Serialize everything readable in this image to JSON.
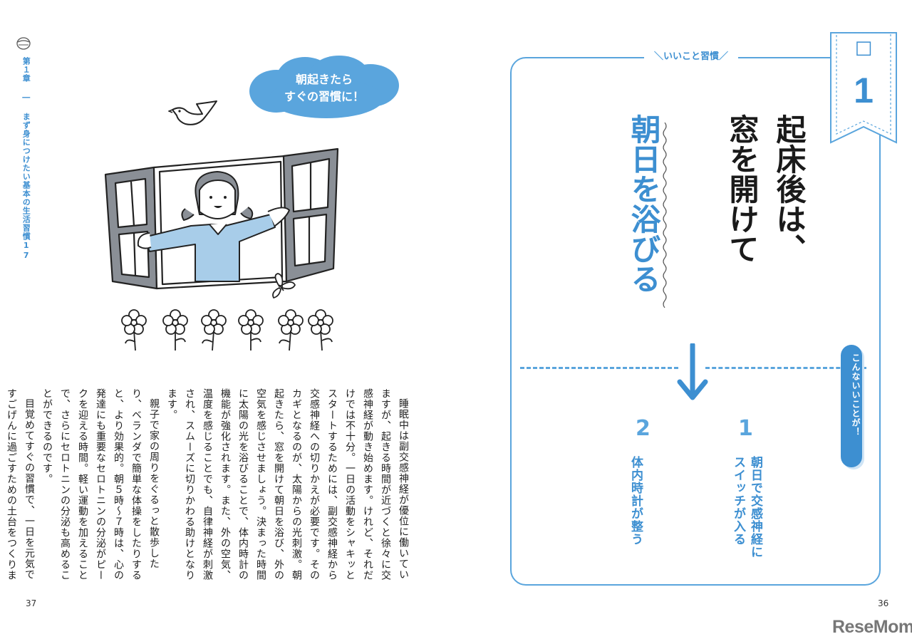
{
  "chapter_label": "第１章 ― まず身につけたい基本の生活習慣17",
  "cloud_text": [
    "朝起きたら",
    "すぐの習慣に！"
  ],
  "body_paragraphs": [
    "睡眠中は副交感神経が優位に働いていますが、起きる時間が近づくと徐々に交感神経が動き始めます。けれど、それだけでは不十分。一日の活動をシャキッとスタートするためには、副交感神経から交感神経への切りかえが必要です。そのカギとなるのが、太陽からの光刺激。朝起きたら、窓を開けて朝日を浴び、外の空気を感じさせましょう。決まった時間に太陽の光を浴びることで、体内時計の機能が強化されます。また、外の空気、温度を感じることでも、自律神経が刺激され、スムーズに切りかわる助けとなります。",
    "親子で家の周りをぐるっと散歩したり、ベランダで簡単な体操をしたりすると、より効果的。朝５時～７時は、心の発達にも重要なセロトニンの分泌がピークを迎える時間。軽い運動を加えることで、さらにセロトニンの分泌も高めることができるのです。",
    "目覚めてすぐの習慣で、一日を元気ですごげんに過ごすための土台をつくりましょう。"
  ],
  "page_left": "37",
  "page_right": "36",
  "tag_top": "いいこと習慣",
  "ribbon": {
    "checkbox": "□",
    "number": "1"
  },
  "title_line1": "起床後は、",
  "title_line2": "窓を開けて",
  "title_line3": "朝日を浴びる",
  "pill_label": "こんないいことが！",
  "benefits": [
    {
      "num": "1",
      "text": "朝日で交感神経にスイッチが入る"
    },
    {
      "num": "2",
      "text": "体内時計が整う"
    }
  ],
  "logo": "ReseMom",
  "colors": {
    "accent": "#3d8fd1",
    "accent_light": "#5aa5dd",
    "shirt": "#a8cde9"
  }
}
